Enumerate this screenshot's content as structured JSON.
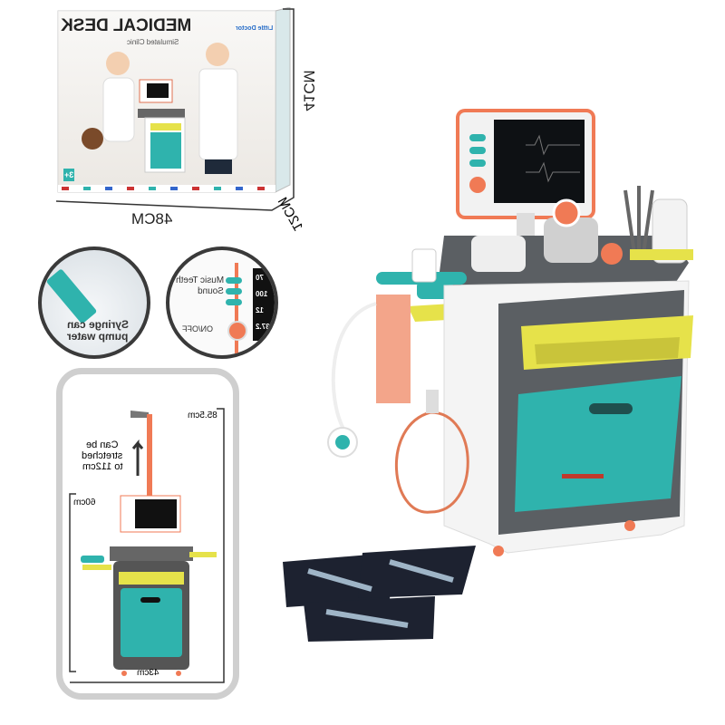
{
  "box": {
    "title": "MEDICAL DESK",
    "subtitle": "Simulated Clinic",
    "brand": "Little Doctor",
    "age_badge": "3+",
    "height_label": "41CM",
    "width_label": "48CM",
    "depth_label": "12CM"
  },
  "callouts": {
    "syringe_text_line1": "Syringe can",
    "syringe_text_line2": "pump water",
    "buttons": [
      "Teeth",
      "Music",
      "Sound"
    ],
    "power_label": "ON/OFF",
    "readings": [
      "70",
      "100",
      "12",
      "37.2"
    ]
  },
  "dimensions_panel": {
    "max_height": "85.5cm",
    "stretch_line1": "Can be",
    "stretch_line2": "stretched",
    "stretch_line3": "to 112cm",
    "body_height": "60cm",
    "width": "43cm"
  },
  "colors": {
    "teal": "#2fb3ad",
    "coral": "#f07a55",
    "yellow": "#e6e24a",
    "gray": "#5b5f63",
    "white": "#f4f4f4"
  }
}
